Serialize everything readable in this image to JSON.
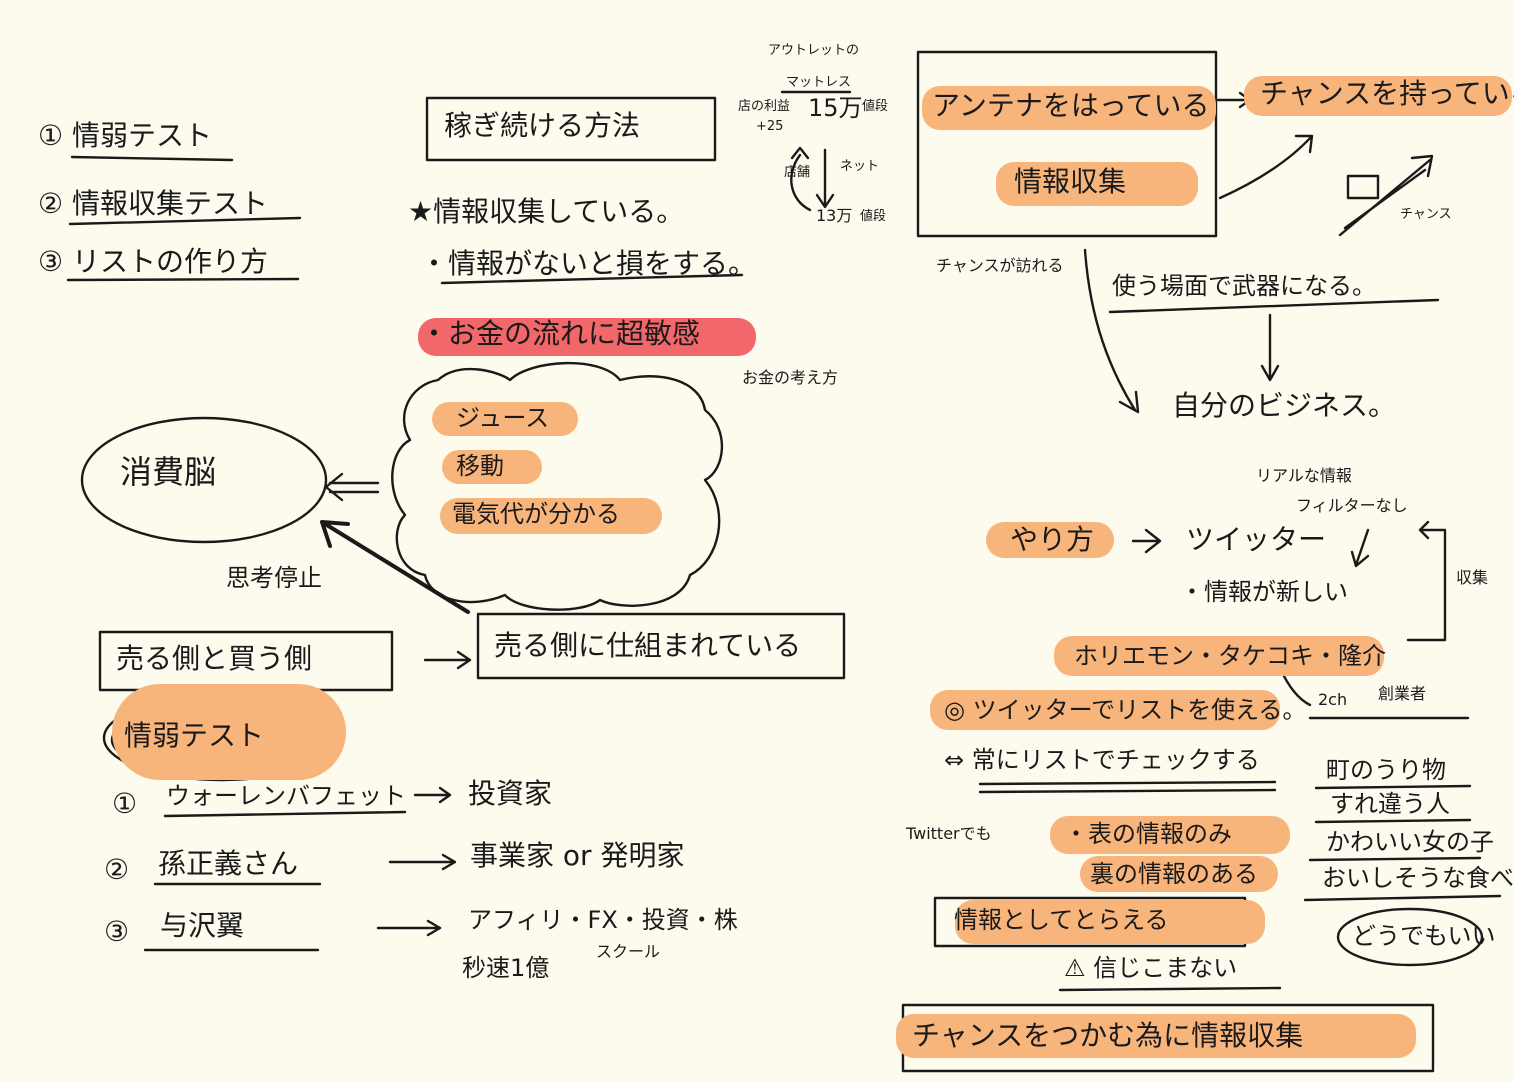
{
  "colors": {
    "highlight_orange": "#f7b57c",
    "highlight_red": "#f2676a",
    "ink": "#1a1a1a",
    "paper": "#fdfaee"
  },
  "left": {
    "list": [
      "① 情弱テスト",
      "② 情報収集テスト",
      "③ リストの作り方"
    ],
    "consumer": "消費脳",
    "stop": "思考停止",
    "cloud": [
      "ジュース",
      "移動",
      "電気代が分かる"
    ],
    "box_buy": "売る側と買う側",
    "box_sell": "売る側に仕組まれている",
    "test_title": "情弱テスト",
    "rows": [
      {
        "num": "①",
        "name": "ウォーレンバフェット",
        "role": "投資家"
      },
      {
        "num": "②",
        "name": "孫正義さん",
        "role": "事業家 or 発明家"
      },
      {
        "num": "③",
        "name": "与沢翼",
        "role": "アフィリ・FX・投資・株"
      }
    ],
    "note_a": "秒速1億",
    "note_b": "スクール"
  },
  "middle": {
    "title": "稼ぎ続ける方法",
    "star": "★情報収集している。",
    "b1": "・情報がないと損をする。",
    "b2": "・お金の流れに超敏感",
    "money": "お金の考え方"
  },
  "topright": {
    "outlet": "アウトレットの",
    "mattress": "マットレス",
    "store": "店の利益",
    "plus": "+25",
    "price1": "15万",
    "store2": "店舗",
    "net": "ネット",
    "price2": "13万",
    "unit": "値段",
    "box1": "アンテナをはっている",
    "box2": "情報収集",
    "chance": "チャンスを持っている",
    "chance_small": "チャンス",
    "chance_left": "チャンスが訪れる",
    "weapon": "使う場面で武器になる。",
    "biz": "自分のビジネス。"
  },
  "bottomright": {
    "real": "リアルな情報",
    "filter": "フィルターなし",
    "how": "やり方",
    "twitter": "ツイッター",
    "new_info": "・情報が新しい",
    "collect": "収集",
    "names": "ホリエモン・タケコキ・隆介",
    "ch2": "2ch",
    "founder": "創業者",
    "list_use": "◎ ツイッターでリストを使える。",
    "check": "⇔ 常にリストでチェックする",
    "twitter_en": "Twitterでも",
    "front": "・表の情報のみ",
    "back": "裏の情報のある",
    "as_info": "情報としてとらえる",
    "trust": "⚠ 信じこまない",
    "final": "チャンスをつかむ為に情報収集",
    "side": [
      "町のうり物",
      "すれ違う人",
      "かわいい女の子",
      "おいしそうな食べ物"
    ],
    "doudemo": "どうでもいい"
  }
}
